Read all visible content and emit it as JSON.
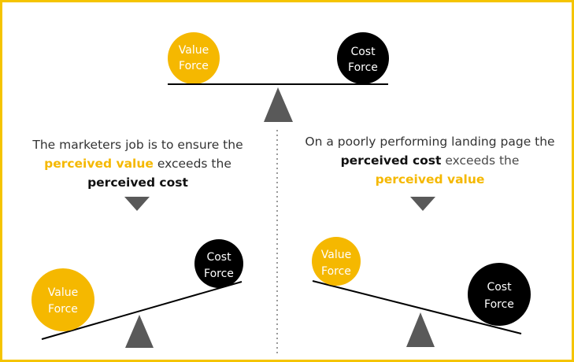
{
  "top_scale": {
    "value_label_1": "Value",
    "value_label_2": "Force",
    "cost_label_1": "Cost",
    "cost_label_2": "Force"
  },
  "left_panel": {
    "line1": "The marketers job is to ensure the",
    "line2_highlight": "perceived value",
    "line2_rest": " exceeds the",
    "line3_highlight": "perceived cost",
    "value_label_1": "Value",
    "value_label_2": "Force",
    "cost_label_1": "Cost",
    "cost_label_2": "Force"
  },
  "right_panel": {
    "line1": "On a poorly performing landing page the",
    "line2_highlight": "perceived cost",
    "line2_rest": " exceeds the",
    "line3_highlight": "perceived value",
    "value_label_1": "Value",
    "value_label_2": "Force",
    "cost_label_1": "Cost",
    "cost_label_2": "Force"
  },
  "colors": {
    "value": "#F5B800",
    "cost": "#000000",
    "fulcrum": "#595959",
    "border": "#F5C400"
  }
}
